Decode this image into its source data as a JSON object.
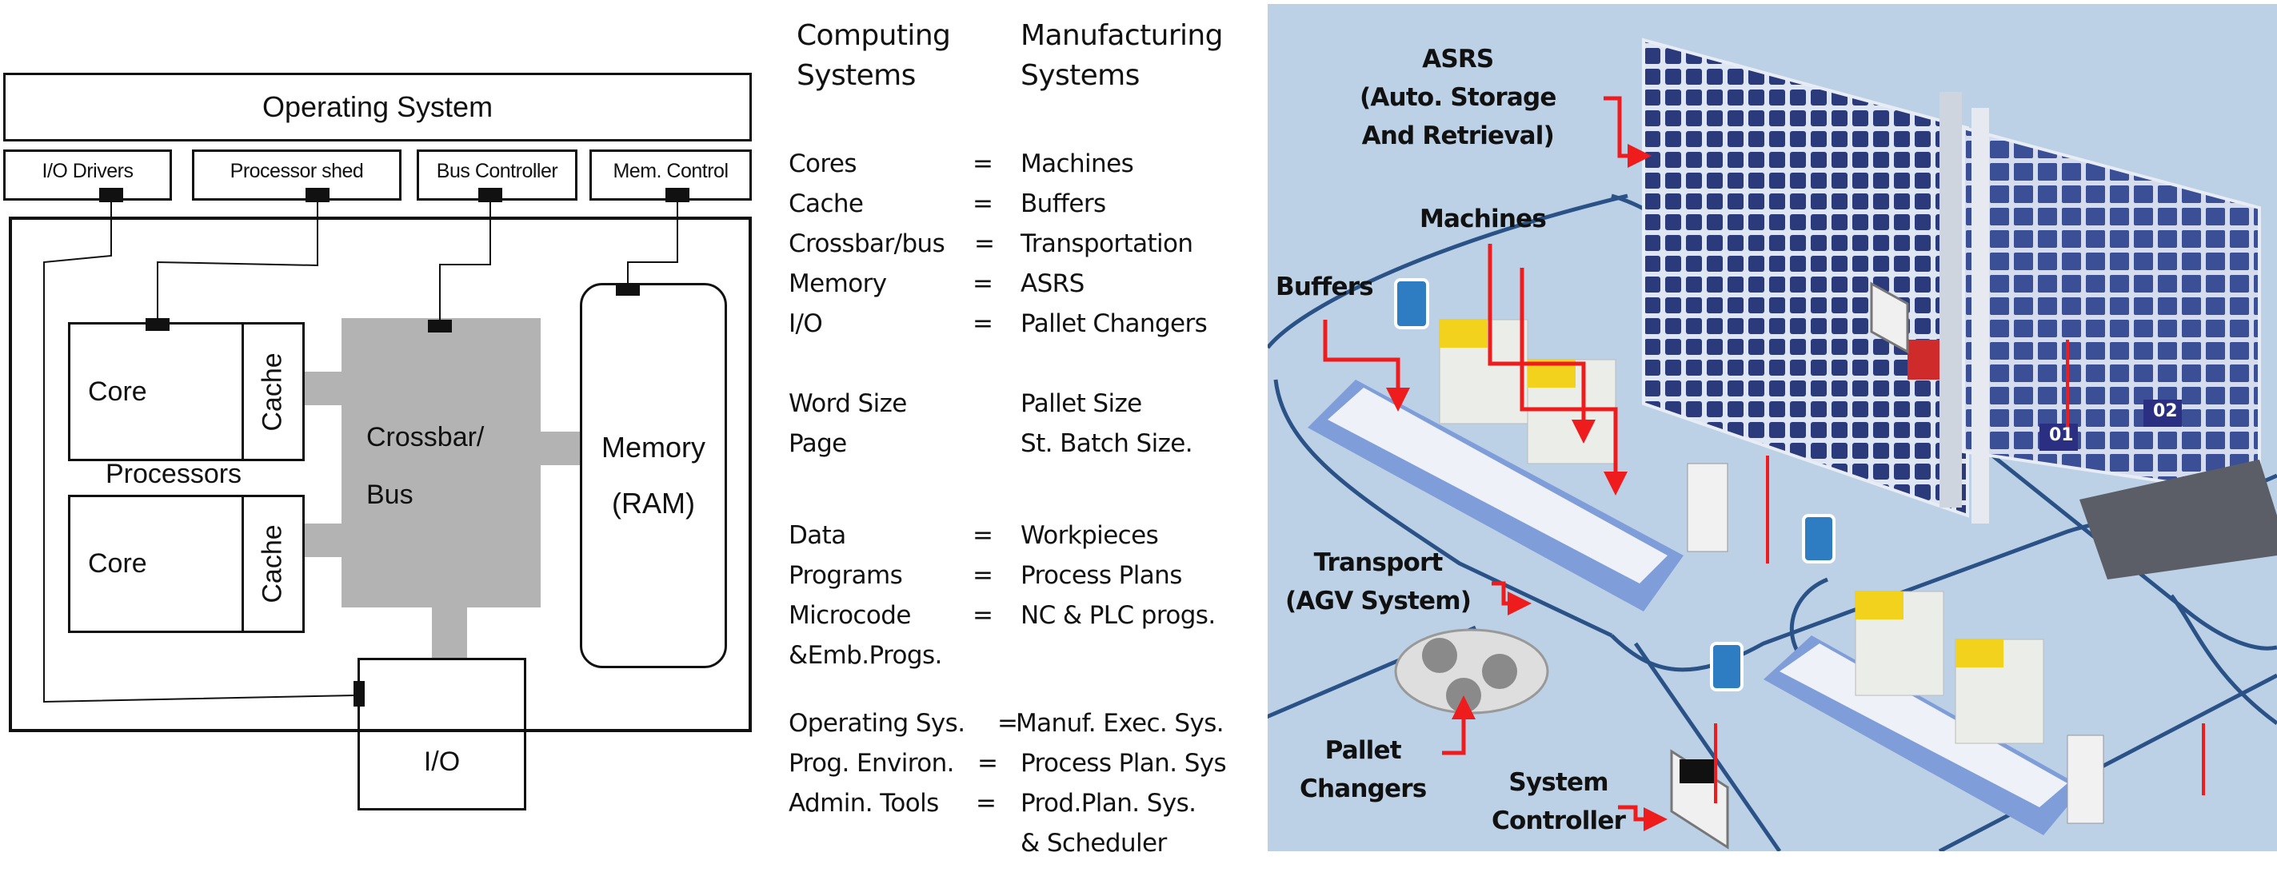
{
  "computer_architecture": {
    "operating_system": "Operating System",
    "os_components": [
      "I/O Drivers",
      "Processor shed",
      "Bus Controller",
      "Mem. Control"
    ],
    "core_label": "Core",
    "cache_label": "Cache",
    "processors_label": "Processors",
    "crossbar_line1": "Crossbar/",
    "crossbar_line2": "Bus",
    "memory_line1": "Memory",
    "memory_line2": "(RAM)",
    "io_label": "I/O"
  },
  "analogy_table": {
    "header_left": [
      "Computing",
      "Systems"
    ],
    "header_right": [
      "Manufacturing",
      "Systems"
    ],
    "groups": [
      {
        "rows": [
          {
            "computing": "Cores",
            "sep": "=",
            "manufacturing": "Machines"
          },
          {
            "computing": "Cache",
            "sep": "=",
            "manufacturing": "Buffers"
          },
          {
            "computing": "Crossbar/bus",
            "sep": "=",
            "manufacturing": "Transportation"
          },
          {
            "computing": "Memory",
            "sep": "=",
            "manufacturing": "ASRS"
          },
          {
            "computing": "I/O",
            "sep": "=",
            "manufacturing": "Pallet Changers"
          }
        ]
      },
      {
        "rows": [
          {
            "computing": "Word Size",
            "sep": "",
            "manufacturing": "Pallet Size"
          },
          {
            "computing": "Page",
            "sep": "",
            "manufacturing": "St. Batch Size."
          }
        ]
      },
      {
        "rows": [
          {
            "computing": "Data",
            "sep": "=",
            "manufacturing": "Workpieces"
          },
          {
            "computing": "Programs",
            "sep": "=",
            "manufacturing": "Process Plans"
          },
          {
            "computing": "Microcode",
            "sep": "=",
            "manufacturing": "NC & PLC progs."
          },
          {
            "computing": " &Emb.Progs.",
            "sep": "",
            "manufacturing": ""
          }
        ]
      },
      {
        "rows": [
          {
            "computing": "Operating Sys.",
            "sep": "=",
            "manufacturing": "Manuf. Exec. Sys."
          },
          {
            "computing": "Prog. Environ.",
            "sep": "=",
            "manufacturing": "Process Plan. Sys"
          },
          {
            "computing": "Admin. Tools",
            "sep": "=",
            "manufacturing": "Prod.Plan. Sys."
          },
          {
            "computing": "",
            "sep": "",
            "manufacturing": "& Scheduler"
          }
        ]
      }
    ]
  },
  "manufacturing_scene": {
    "callouts": {
      "asrs": [
        "ASRS",
        "(Auto. Storage",
        "And Retrieval)"
      ],
      "machines": [
        "Machines"
      ],
      "buffers": [
        "Buffers"
      ],
      "transport": [
        "Transport",
        "(AGV System)"
      ],
      "pallet_changers": [
        "Pallet",
        "Changers"
      ],
      "system_controller": [
        "System",
        "Controller"
      ]
    },
    "rack_tags": [
      "01",
      "02"
    ],
    "colors": {
      "background": "#bcd0e6",
      "arrow": "#ee1c1c",
      "track": "#2a5286",
      "rack": "#2b3a7a",
      "machine_accent": "#f2d21c"
    }
  }
}
